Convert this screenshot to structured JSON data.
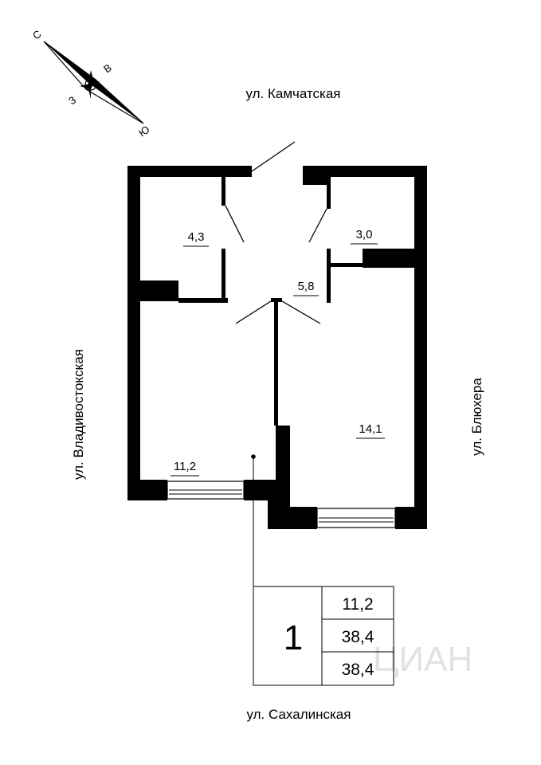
{
  "streets": {
    "north": "ул. Камчатская",
    "west": "ул. Владивостокская",
    "east": "ул. Блюхера",
    "south": "ул. Сахалинская"
  },
  "compass": {
    "north": "С",
    "east": "В",
    "west": "З",
    "south": "Ю"
  },
  "rooms": [
    {
      "id": "bathroom",
      "area": "4,3"
    },
    {
      "id": "toilet",
      "area": "3,0"
    },
    {
      "id": "hall",
      "area": "5,8"
    },
    {
      "id": "room-left",
      "area": "11,2"
    },
    {
      "id": "room-right",
      "area": "14,1"
    }
  ],
  "info_table": {
    "rooms_count": "1",
    "living_area": "11,2",
    "total_area": "38,4",
    "total_area_2": "38,4"
  },
  "watermark": "ЦИАН",
  "colors": {
    "wall": "#000000",
    "background": "#ffffff",
    "watermark": "#e2e2e2"
  }
}
